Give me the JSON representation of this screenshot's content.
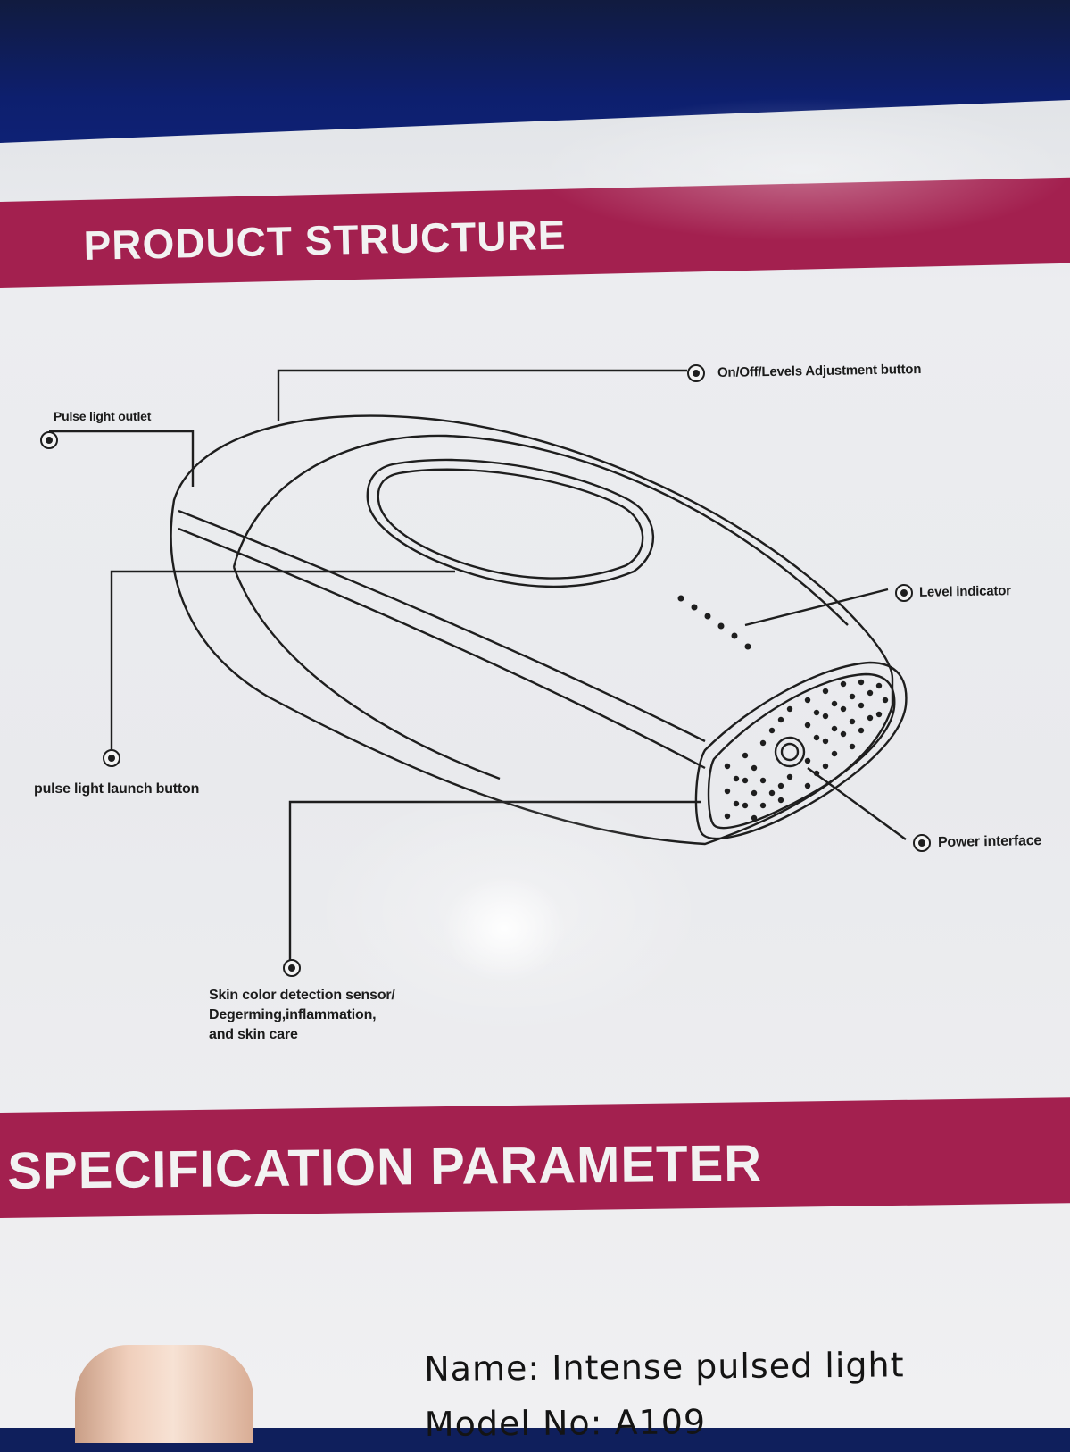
{
  "section_titles": {
    "product_structure": "PRODUCT STRUCTURE",
    "specification": "SPECIFICATION PARAMETER"
  },
  "callouts": {
    "pulse_light_outlet": "Pulse light outlet",
    "onoff_button": "On/Off/Levels Adjustment button",
    "level_indicator": "Level indicator",
    "launch_button": "pulse light launch button",
    "power_interface": "Power interface",
    "skin_sensor_line1": "Skin color detection sensor/",
    "skin_sensor_line2": "Degerming,inflammation,",
    "skin_sensor_line3": "and skin care"
  },
  "spec": {
    "name": "Name: Intense  pulsed light",
    "model": "Model No: A109"
  },
  "colors": {
    "band": "#a3204f",
    "paper": "#ecedf0",
    "background": "#0f1f5c"
  }
}
